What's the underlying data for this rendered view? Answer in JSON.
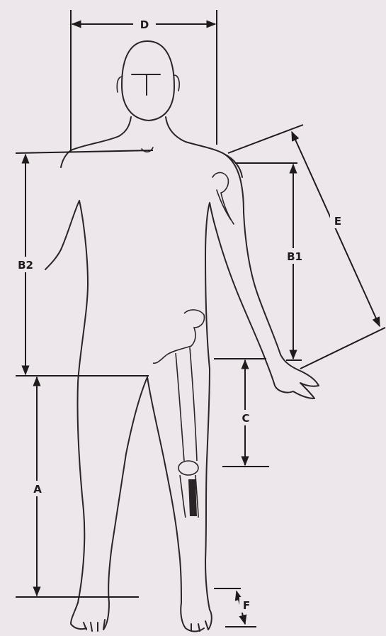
{
  "labels": {
    "a": "A",
    "b1": "B1",
    "b2": "B2",
    "c": "C",
    "d": "D",
    "e": "E",
    "f": "F"
  }
}
